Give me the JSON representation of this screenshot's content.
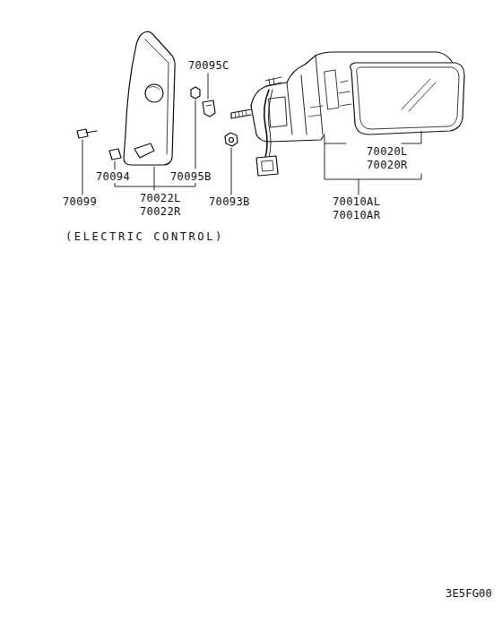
{
  "diagram": {
    "labels": [
      "70095C",
      "70020L",
      "70020R",
      "70094",
      "70095B",
      "70099",
      "70022L",
      "70022R",
      "70093B",
      "70010AL",
      "70010AR",
      "(ELECTRIC CONTROL)",
      "3E5FG00"
    ]
  }
}
